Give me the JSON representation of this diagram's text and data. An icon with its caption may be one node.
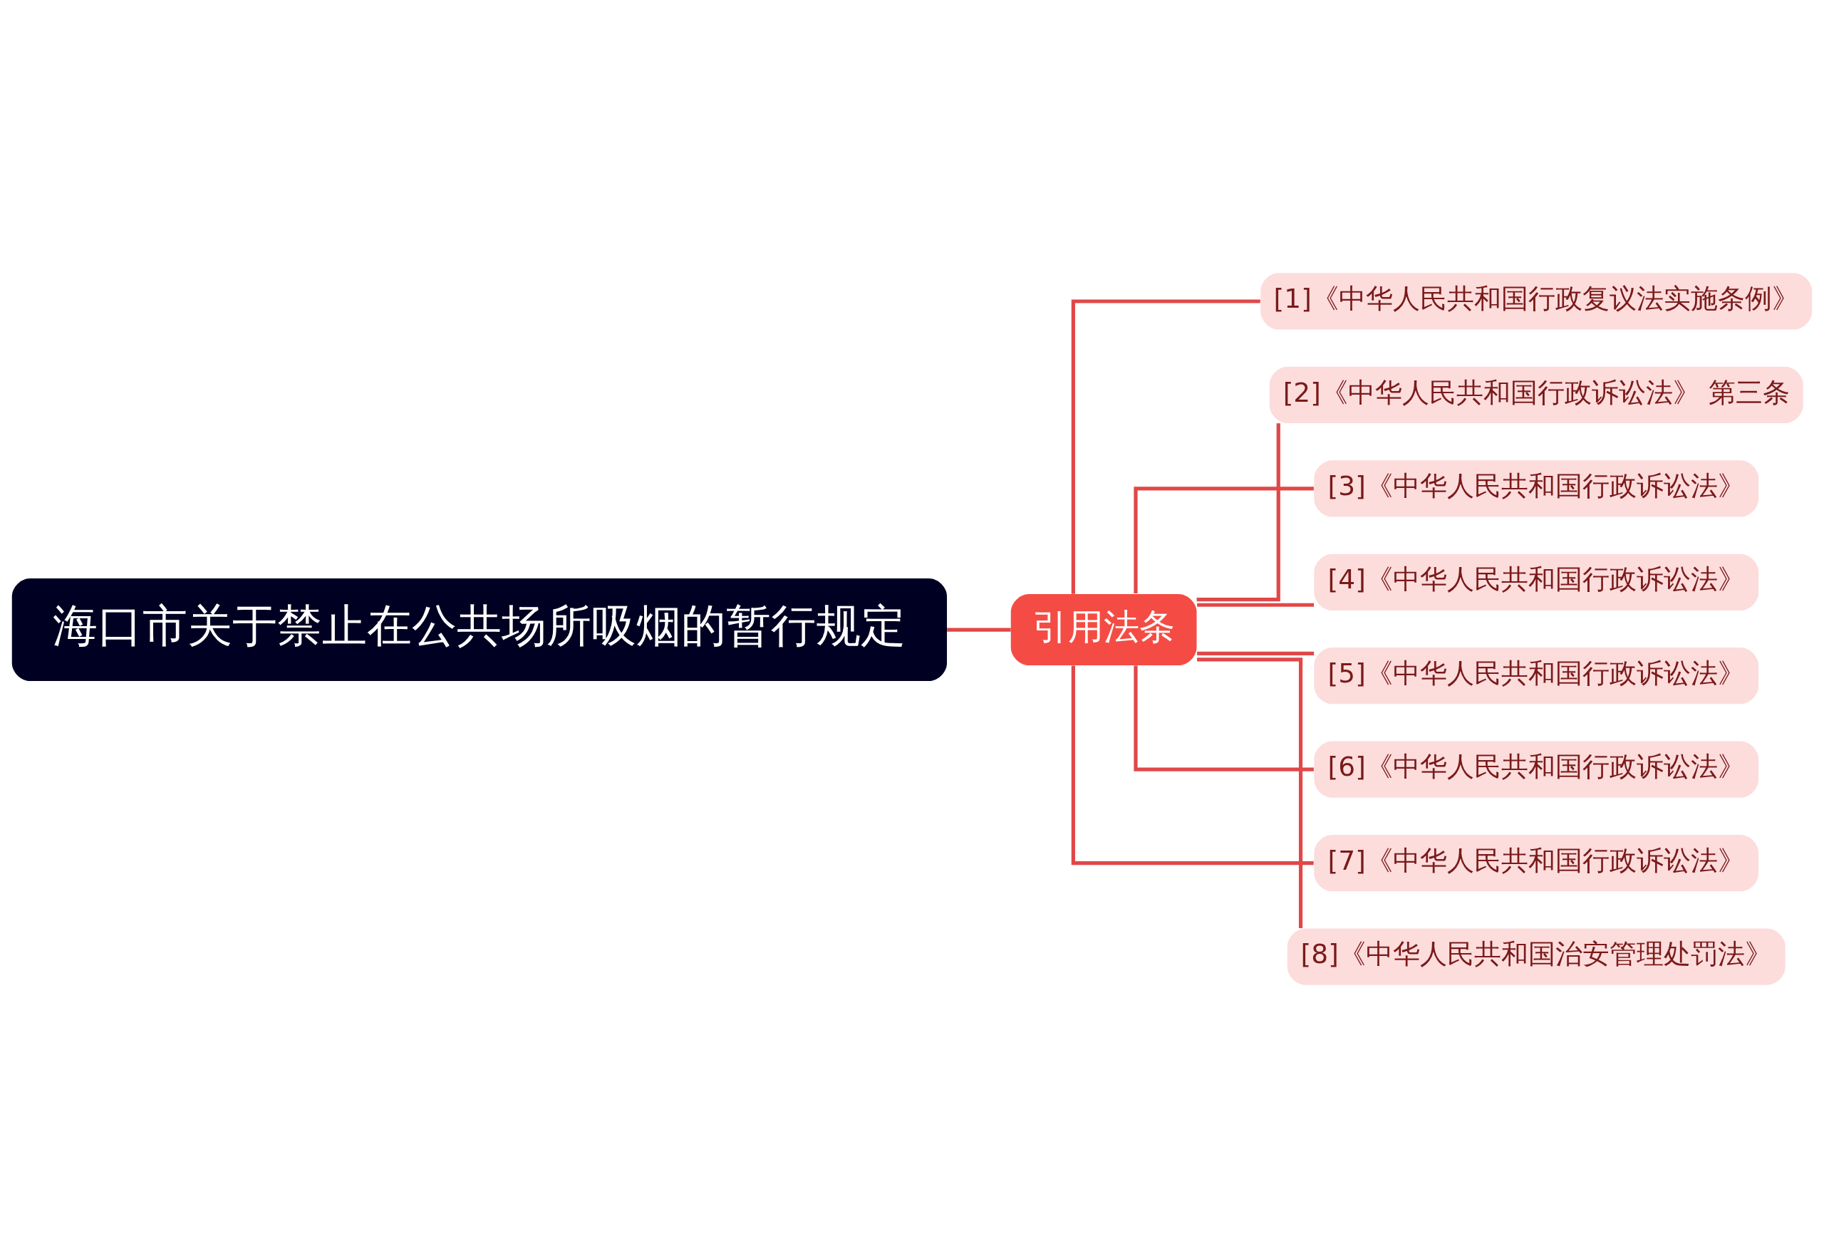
{
  "diagram": {
    "nodes": [
      {
        "text": [
          "海口市关于禁止在公共场所吸烟的暂行规定"
        ]
      },
      {
        "text": [
          "引用法条"
        ]
      },
      {
        "text": [
          "[1]《中华人民共和国行政复议法实施条例》"
        ]
      },
      {
        "text": [
          "[2]《中华人民共和国行政诉讼法》 第三条"
        ]
      },
      {
        "text": [
          "[3]《中华人民共和国行政诉讼法》"
        ]
      },
      {
        "text": [
          "[4]《中华人民共和国行政诉讼法》"
        ]
      },
      {
        "text": [
          "[5]《中华人民共和国行政诉讼法》"
        ]
      },
      {
        "text": [
          "[6]《中华人民共和国行政诉讼法》"
        ]
      },
      {
        "text": [
          "[7]《中华人民共和国行政诉讼法》"
        ]
      },
      {
        "text": [
          "[8]《中华人民共和国治安管理处罚法》"
        ]
      }
    ],
    "edges": [
      {
        "from": 0,
        "to": 1,
        "arrow": "none"
      },
      {
        "from": 1,
        "to": 2,
        "arrow": "none"
      },
      {
        "from": 1,
        "to": 3,
        "arrow": "none"
      },
      {
        "from": 1,
        "to": 4,
        "arrow": "none"
      },
      {
        "from": 1,
        "to": 5,
        "arrow": "none"
      },
      {
        "from": 1,
        "to": 6,
        "arrow": "none"
      },
      {
        "from": 1,
        "to": 7,
        "arrow": "none"
      },
      {
        "from": 1,
        "to": 8,
        "arrow": "none"
      },
      {
        "from": 1,
        "to": 9,
        "arrow": "none"
      }
    ]
  }
}
